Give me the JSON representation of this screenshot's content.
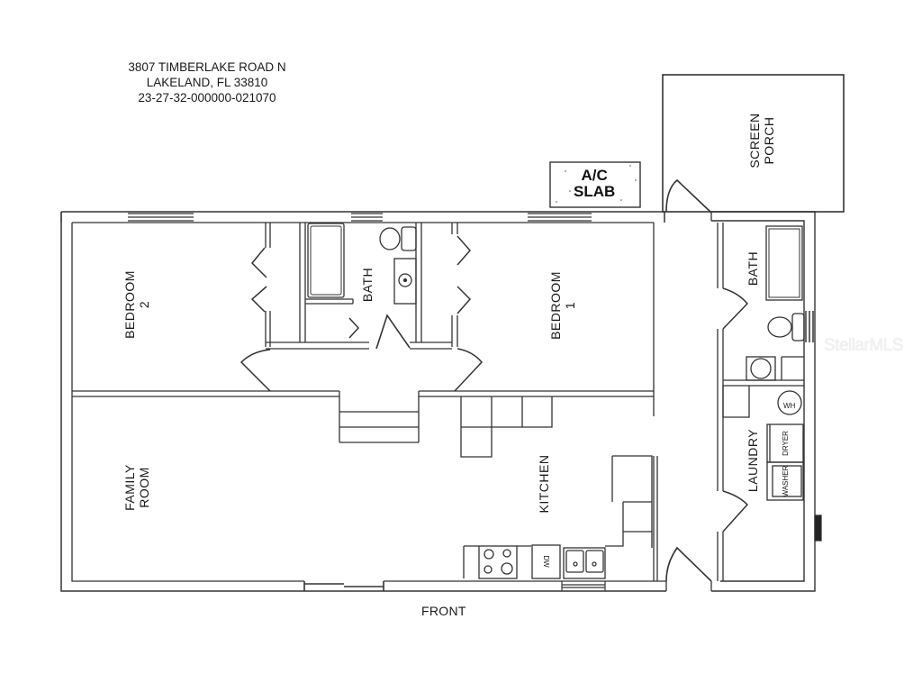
{
  "header": {
    "address_line1": "3807 TIMBERLAKE ROAD N",
    "address_line2": "LAKELAND, FL 33810",
    "parcel_id": "23-27-32-000000-021070"
  },
  "orientation": {
    "front_label": "FRONT"
  },
  "rooms": {
    "bedroom2": {
      "line1": "BEDROOM",
      "line2": "2"
    },
    "bath_main": {
      "label": "BATH"
    },
    "bedroom1": {
      "line1": "BEDROOM",
      "line2": "1"
    },
    "family_room": {
      "line1": "FAMILY",
      "line2": "ROOM"
    },
    "kitchen": {
      "label": "KITCHEN"
    },
    "bath_rear": {
      "label": "BATH"
    },
    "laundry": {
      "label": "LAUNDRY"
    },
    "screen_porch": {
      "line1": "SCREEN",
      "line2": "PORCH"
    }
  },
  "exterior": {
    "ac_slab_line1": "A/C",
    "ac_slab_line2": "SLAB"
  },
  "fixtures": {
    "water_heater": "WH",
    "dryer": "DRYER",
    "washer": "WASHER",
    "dishwasher": "DW"
  },
  "watermark": {
    "text": "StellarMLS"
  },
  "colors": {
    "wall": "#333333",
    "line": "#2a2a2a",
    "background": "#ffffff",
    "watermark": "#eeeeee"
  }
}
